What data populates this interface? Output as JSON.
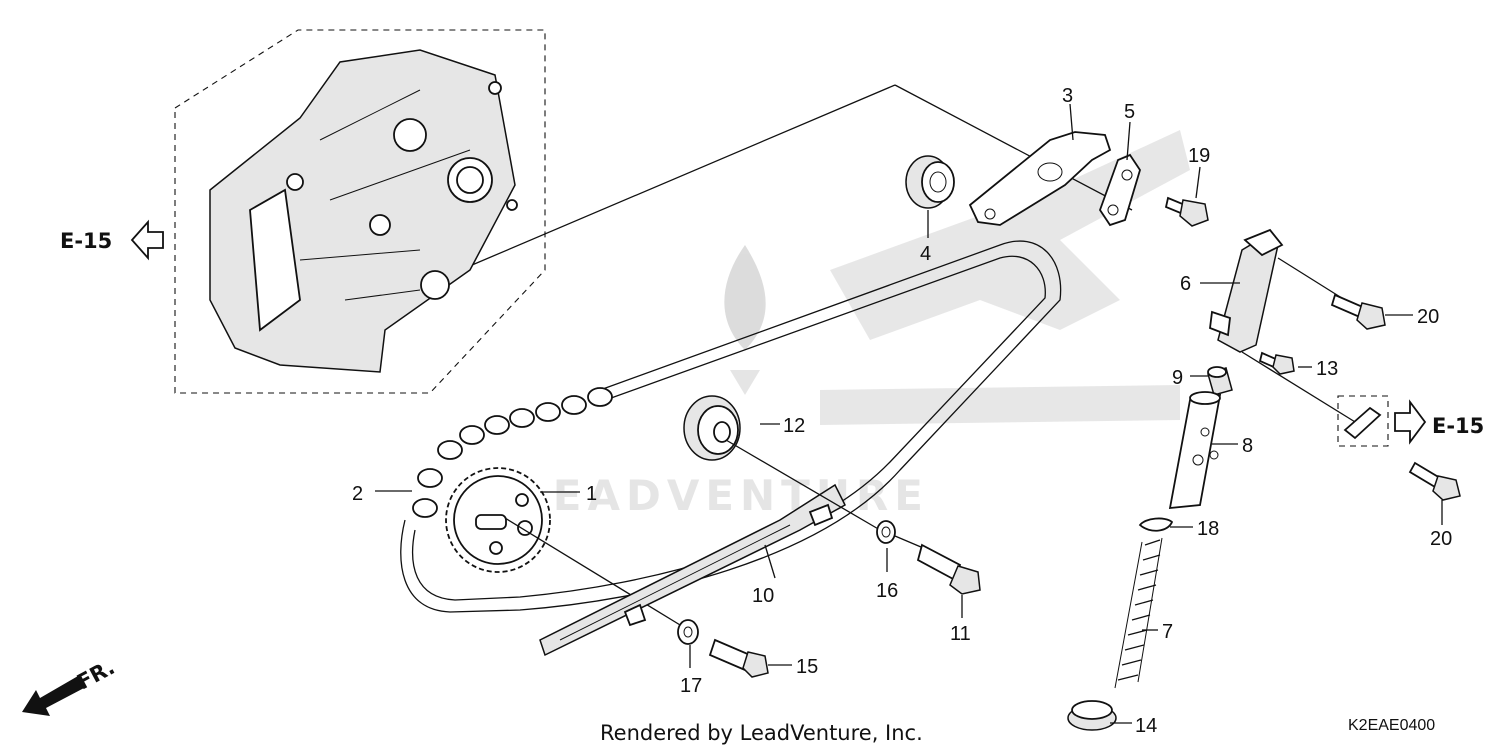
{
  "diagram": {
    "callouts": [
      "1",
      "2",
      "3",
      "4",
      "5",
      "6",
      "7",
      "8",
      "9",
      "10",
      "11",
      "12",
      "13",
      "14",
      "15",
      "16",
      "17",
      "18",
      "19",
      "20",
      "20"
    ],
    "references": {
      "left": "E-15",
      "right": "E-15"
    },
    "front_marker": "FR.",
    "watermark": "LEADVENTURE",
    "footer_credit": "Rendered by LeadVenture, Inc.",
    "diagram_code": "K2EAE0400"
  }
}
